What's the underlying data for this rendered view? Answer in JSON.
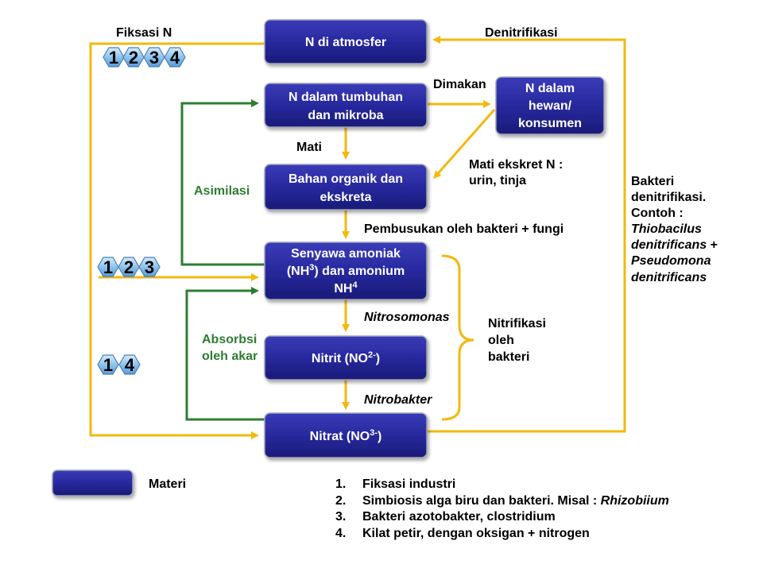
{
  "colors": {
    "box_fill": "#26279a",
    "box_stroke": "#9ea3b5",
    "yellow_arrow": "#f2b90f",
    "green_arrow": "#2e7d32",
    "badge_fill": "#8fc3ee"
  },
  "boxes": {
    "atmosfer": "N di atmosfer",
    "tumbuhan": [
      "N dalam tumbuhan",
      "dan mikroba"
    ],
    "hewan": [
      "N dalam",
      "hewan/",
      "konsumen"
    ],
    "organik": [
      "Bahan organik dan",
      "ekskreta"
    ],
    "amoniak": {
      "line1": "Senyawa amoniak",
      "line2_a": "(NH",
      "line2_sup": "3",
      "line2_b": ") dan amonium",
      "line3_a": "NH",
      "line3_sup": "4"
    },
    "nitrit": {
      "a": "Nitrit (NO",
      "sup": "2-",
      "b": ")"
    },
    "nitrat": {
      "a": "Nitrat (NO",
      "sup": "3-",
      "b": ")"
    }
  },
  "labels": {
    "fiksasi": "Fiksasi N",
    "denitrifikasi": "Denitrifikasi",
    "dimakan": "Dimakan",
    "mati": "Mati",
    "mati_ekskret": [
      "Mati ekskret N :",
      "urin, tinja"
    ],
    "asimilasi": "Asimilasi",
    "pembusukan": "Pembusukan oleh bakteri + fungi",
    "nitrosomonas": "Nitrosomonas",
    "nitrobakter": "Nitrobakter",
    "absorbsi": [
      "Absorbsi",
      "oleh akar"
    ],
    "nitrifikasi": [
      "Nitrifikasi",
      "oleh",
      "bakteri"
    ],
    "bakteri_denit": {
      "line1": "Bakteri",
      "line2": "denitrifikasi.",
      "line3": "Contoh :",
      "line4": "Thiobacilus",
      "line5_italic": "denitrificans",
      "line5_plain": " +",
      "line6": "Pseudomona",
      "line7": "denitrificans"
    }
  },
  "badges": {
    "top": [
      "1",
      "2",
      "3",
      "4"
    ],
    "middle": [
      "1",
      "2",
      "3"
    ],
    "bottom": [
      "1",
      "4"
    ]
  },
  "legend": {
    "materi": "Materi",
    "items": [
      {
        "num": "1.",
        "text": "Fiksasi industri"
      },
      {
        "num": "2.",
        "text": "Simbiosis alga biru dan bakteri. Misal : ",
        "italic": "Rhizobiium"
      },
      {
        "num": "3.",
        "text": "Bakteri azotobakter, clostridium"
      },
      {
        "num": "4.",
        "text": "Kilat petir, dengan oksigan + nitrogen"
      }
    ]
  }
}
